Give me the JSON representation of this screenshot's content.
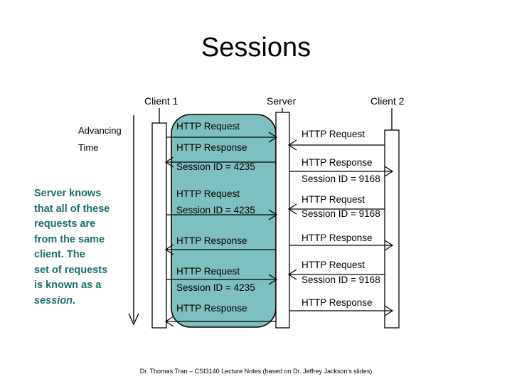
{
  "slide": {
    "title": "Sessions",
    "footer": "Dr. Thomas Tran – CSI3140 Lecture Notes (based on Dr. Jeffrey Jackson's slides)"
  },
  "side_note": {
    "line1": "Server knows",
    "line2": "that all of these",
    "line3": "requests are",
    "line4": "from the same",
    "line5": "client.  The",
    "line6": "set of requests",
    "line7": "is known as a",
    "line8_em": "session",
    "line8_tail": ".",
    "color": "#176E6B"
  },
  "diagram": {
    "time_axis": {
      "label_line1": "Advancing",
      "label_line2": "Time"
    },
    "lifelines": [
      {
        "name": "client-1",
        "label": "Client 1"
      },
      {
        "name": "server",
        "label": "Server"
      },
      {
        "name": "client-2",
        "label": "Client 2"
      }
    ],
    "session_highlight": {
      "color": "#7DC0BF",
      "border": "#000000"
    },
    "left_messages": [
      {
        "id": "l1",
        "line1": "HTTP Request",
        "line2": ""
      },
      {
        "id": "l2",
        "line1": "HTTP Response",
        "line2": "Session ID = 4235"
      },
      {
        "id": "l3",
        "line1": "HTTP Request",
        "line2": "Session ID = 4235"
      },
      {
        "id": "l4",
        "line1": "HTTP Response",
        "line2": ""
      },
      {
        "id": "l5",
        "line1": "HTTP Request",
        "line2": "Session ID = 4235"
      },
      {
        "id": "l6",
        "line1": "HTTP Response",
        "line2": ""
      }
    ],
    "right_messages": [
      {
        "id": "r1",
        "line1": "HTTP Request",
        "line2": ""
      },
      {
        "id": "r2",
        "line1": "HTTP Response",
        "line2": "Session ID = 9168"
      },
      {
        "id": "r3",
        "line1": "HTTP Request",
        "line2": "Session ID = 9168"
      },
      {
        "id": "r4",
        "line1": "HTTP Response",
        "line2": ""
      },
      {
        "id": "r5",
        "line1": "HTTP Request",
        "line2": "Session ID = 9168"
      },
      {
        "id": "r6",
        "line1": "HTTP Response",
        "line2": ""
      }
    ]
  }
}
